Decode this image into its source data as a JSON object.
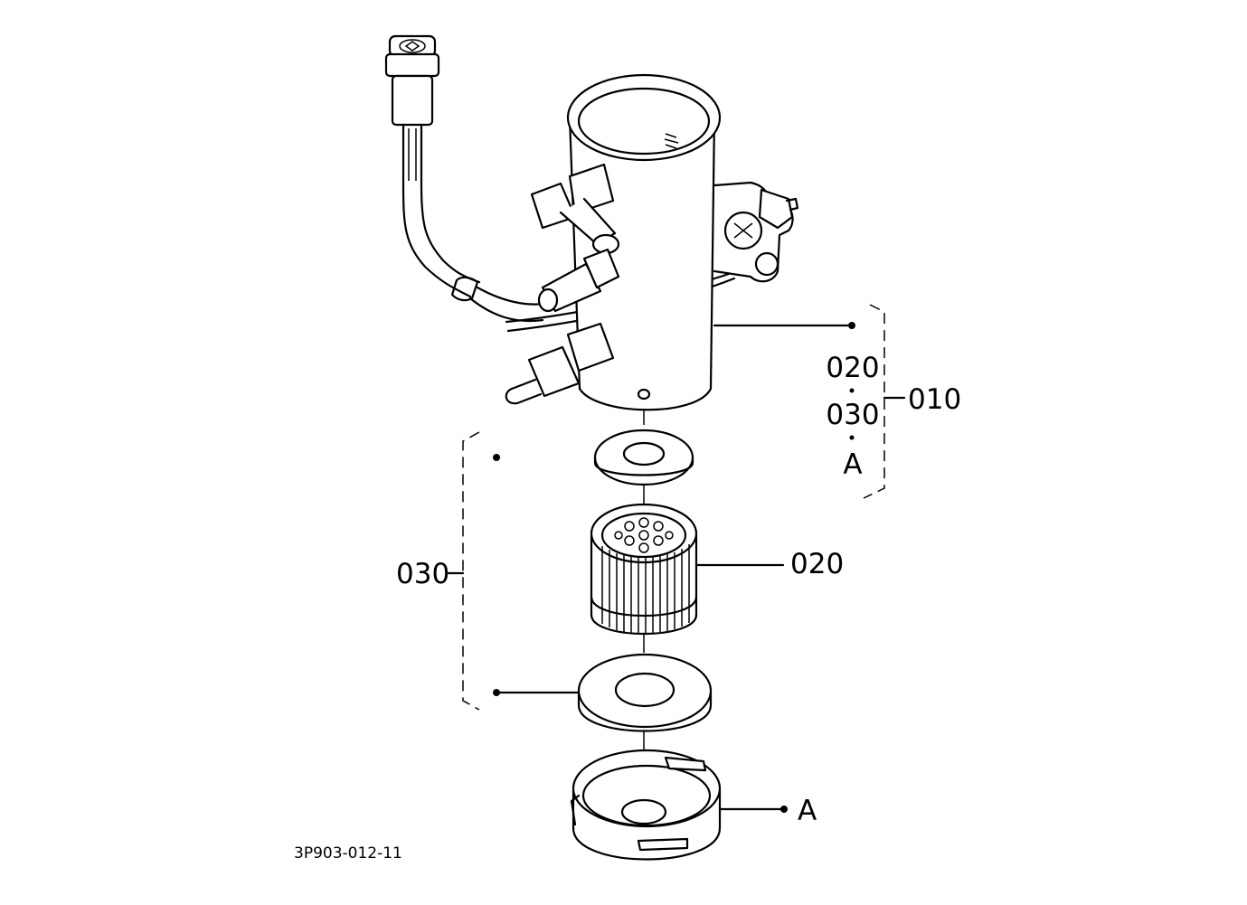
{
  "drawing_number": "3P903-012-11",
  "callouts": {
    "assembly": "010",
    "group_items": [
      "020",
      "030",
      "A"
    ],
    "filter_element": "020",
    "gasket_set": "030",
    "cover_ring": "A"
  }
}
